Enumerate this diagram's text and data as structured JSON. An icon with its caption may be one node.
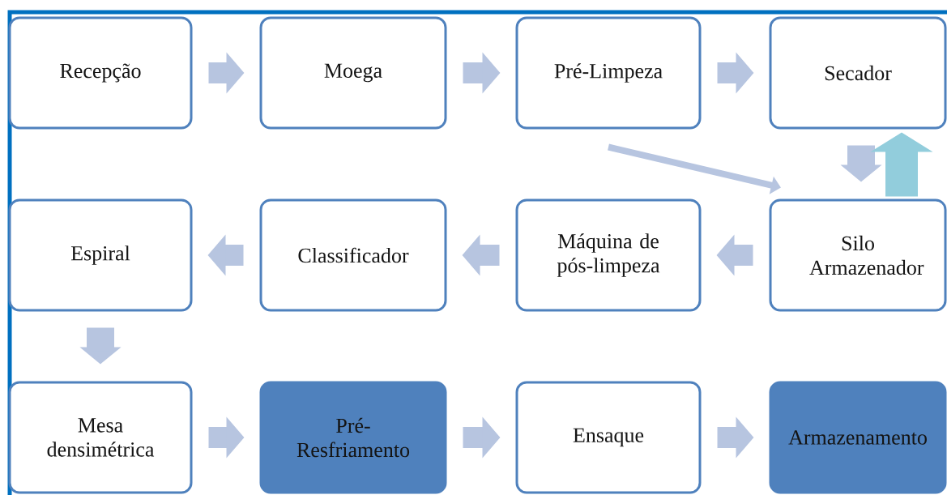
{
  "diagram": {
    "nodes": [
      {
        "text": [
          "Recepção"
        ]
      },
      {
        "text": [
          "Moega"
        ]
      },
      {
        "text": [
          "Pré-Limpeza"
        ]
      },
      {
        "text": [
          "Secador"
        ]
      },
      {
        "text": [
          "Espiral"
        ]
      },
      {
        "text": [
          "Classificador"
        ]
      },
      {
        "text": [
          "Máquina de pós-limpeza"
        ]
      },
      {
        "text": [
          "Silo Armazenador"
        ]
      },
      {
        "text": [
          "Mesa densimétrica"
        ]
      },
      {
        "text": [
          "Pré-Resfriamento"
        ]
      },
      {
        "text": [
          "Ensaque"
        ]
      },
      {
        "text": [
          "Armazenamento"
        ]
      }
    ],
    "edges": [
      {
        "from": 0,
        "to": 1,
        "arrow": "to"
      },
      {
        "from": 1,
        "to": 2,
        "arrow": "to"
      },
      {
        "from": 2,
        "to": 3,
        "arrow": "to"
      },
      {
        "from": 3,
        "to": 7,
        "arrow": "to"
      },
      {
        "from": 7,
        "to": 3,
        "arrow": "to",
        "color": "#92cddc"
      },
      {
        "from": 2,
        "to": 7,
        "arrow": "to"
      },
      {
        "from": 7,
        "to": 6,
        "arrow": "to"
      },
      {
        "from": 6,
        "to": 5,
        "arrow": "to"
      },
      {
        "from": 5,
        "to": 4,
        "arrow": "to"
      },
      {
        "from": 4,
        "to": 8,
        "arrow": "to"
      },
      {
        "from": 8,
        "to": 9,
        "arrow": "to"
      },
      {
        "from": 9,
        "to": 10,
        "arrow": "to"
      },
      {
        "from": 10,
        "to": 11,
        "arrow": "to"
      }
    ]
  }
}
